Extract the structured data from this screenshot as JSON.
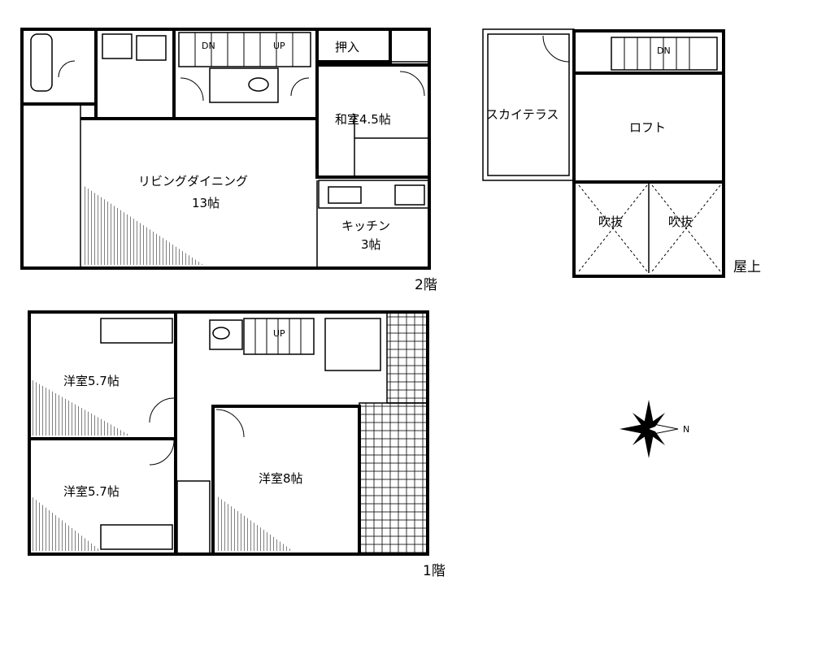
{
  "floor2": {
    "label": "2階",
    "rooms": {
      "living_line1": "リビングダイニング",
      "living_line2": "13帖",
      "washitsu": "和室4.5帖",
      "kitchen_line1": "キッチン",
      "kitchen_line2": "3帖",
      "oshiire": "押入"
    },
    "stairs": {
      "down": "DN",
      "up": "UP"
    }
  },
  "rooftop": {
    "label": "屋上",
    "rooms": {
      "sky_terrace": "スカイテラス",
      "loft": "ロフト",
      "void_left": "吹抜",
      "void_right": "吹抜"
    },
    "stairs": {
      "down": "DN"
    }
  },
  "floor1": {
    "label": "1階",
    "rooms": {
      "western_upper": "洋室5.7帖",
      "western_lower": "洋室5.7帖",
      "western_main": "洋室8帖"
    },
    "stairs": {
      "up": "UP"
    }
  },
  "compass": {
    "north": "N"
  }
}
